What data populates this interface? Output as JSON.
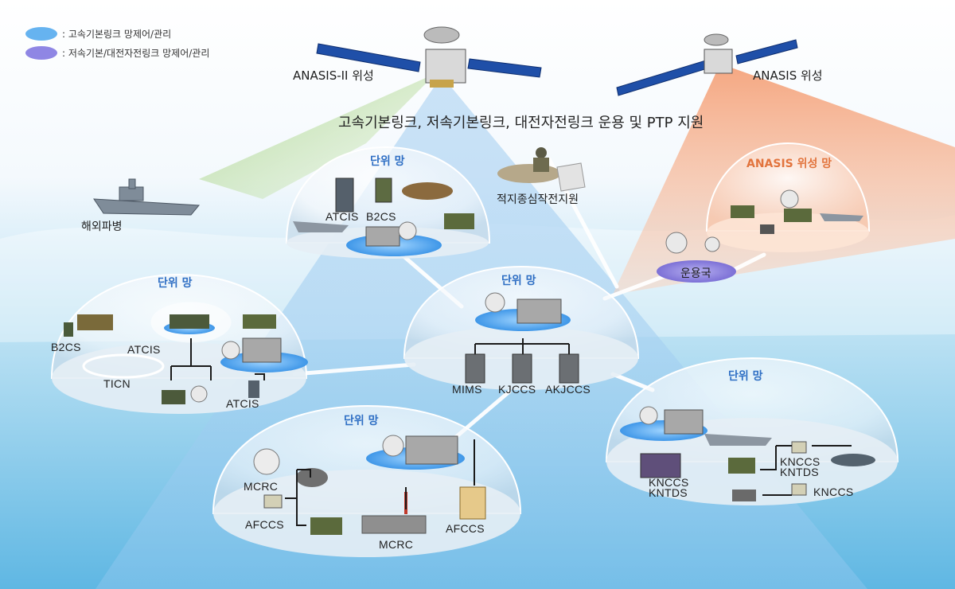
{
  "legend": [
    {
      "text": ": 고속기본링크 망제어/관리",
      "color": "#66b3f0"
    },
    {
      "text": ": 저속기본/대전자전링크 망제어/관리",
      "color": "#8f86e4"
    }
  ],
  "title": "고속기본링크, 저속기본링크, 대전자전링크 운용 및 PTP 지원",
  "satellites": {
    "anasis2": "ANASIS-II 위성",
    "anasis": "ANASIS 위성"
  },
  "overseas": "해외파병",
  "special_ops": "적지종심작전지원",
  "anasis_net": "ANASIS 위성 망",
  "ops_station": "운용국",
  "unit_nets": {
    "top": {
      "title": "단위 망",
      "atcis": "ATCIS",
      "b2cs": "B2CS"
    },
    "center": {
      "title": "단위 망",
      "mims": "MIMS",
      "kjccs": "KJCCS",
      "akjccs": "AKJCCS"
    },
    "left": {
      "title": "단위 망",
      "b2cs": "B2CS",
      "atcis_top": "ATCIS",
      "ticn": "TICN",
      "atcis_bottom": "ATCIS"
    },
    "bottom": {
      "title": "단위 망",
      "mcrc_left": "MCRC",
      "afccs_left": "AFCCS",
      "mcrc_bottom": "MCRC",
      "afccs_right": "AFCCS"
    },
    "right": {
      "title": "단위 망",
      "knccs_kntds_1_a": "KNCCS",
      "knccs_kntds_1_b": "KNTDS",
      "knccs_kntds_2_a": "KNCCS",
      "knccs_kntds_2_b": "KNTDS",
      "knccs": "KNCCS"
    }
  },
  "colors": {
    "high_speed": "#66b3f0",
    "low_speed": "#8f86e4",
    "anasis_beam": "#f4a27a",
    "green_beam": "#a9d48a",
    "unit_title": "#2f6fc4",
    "anasis_title": "#e2743d"
  }
}
